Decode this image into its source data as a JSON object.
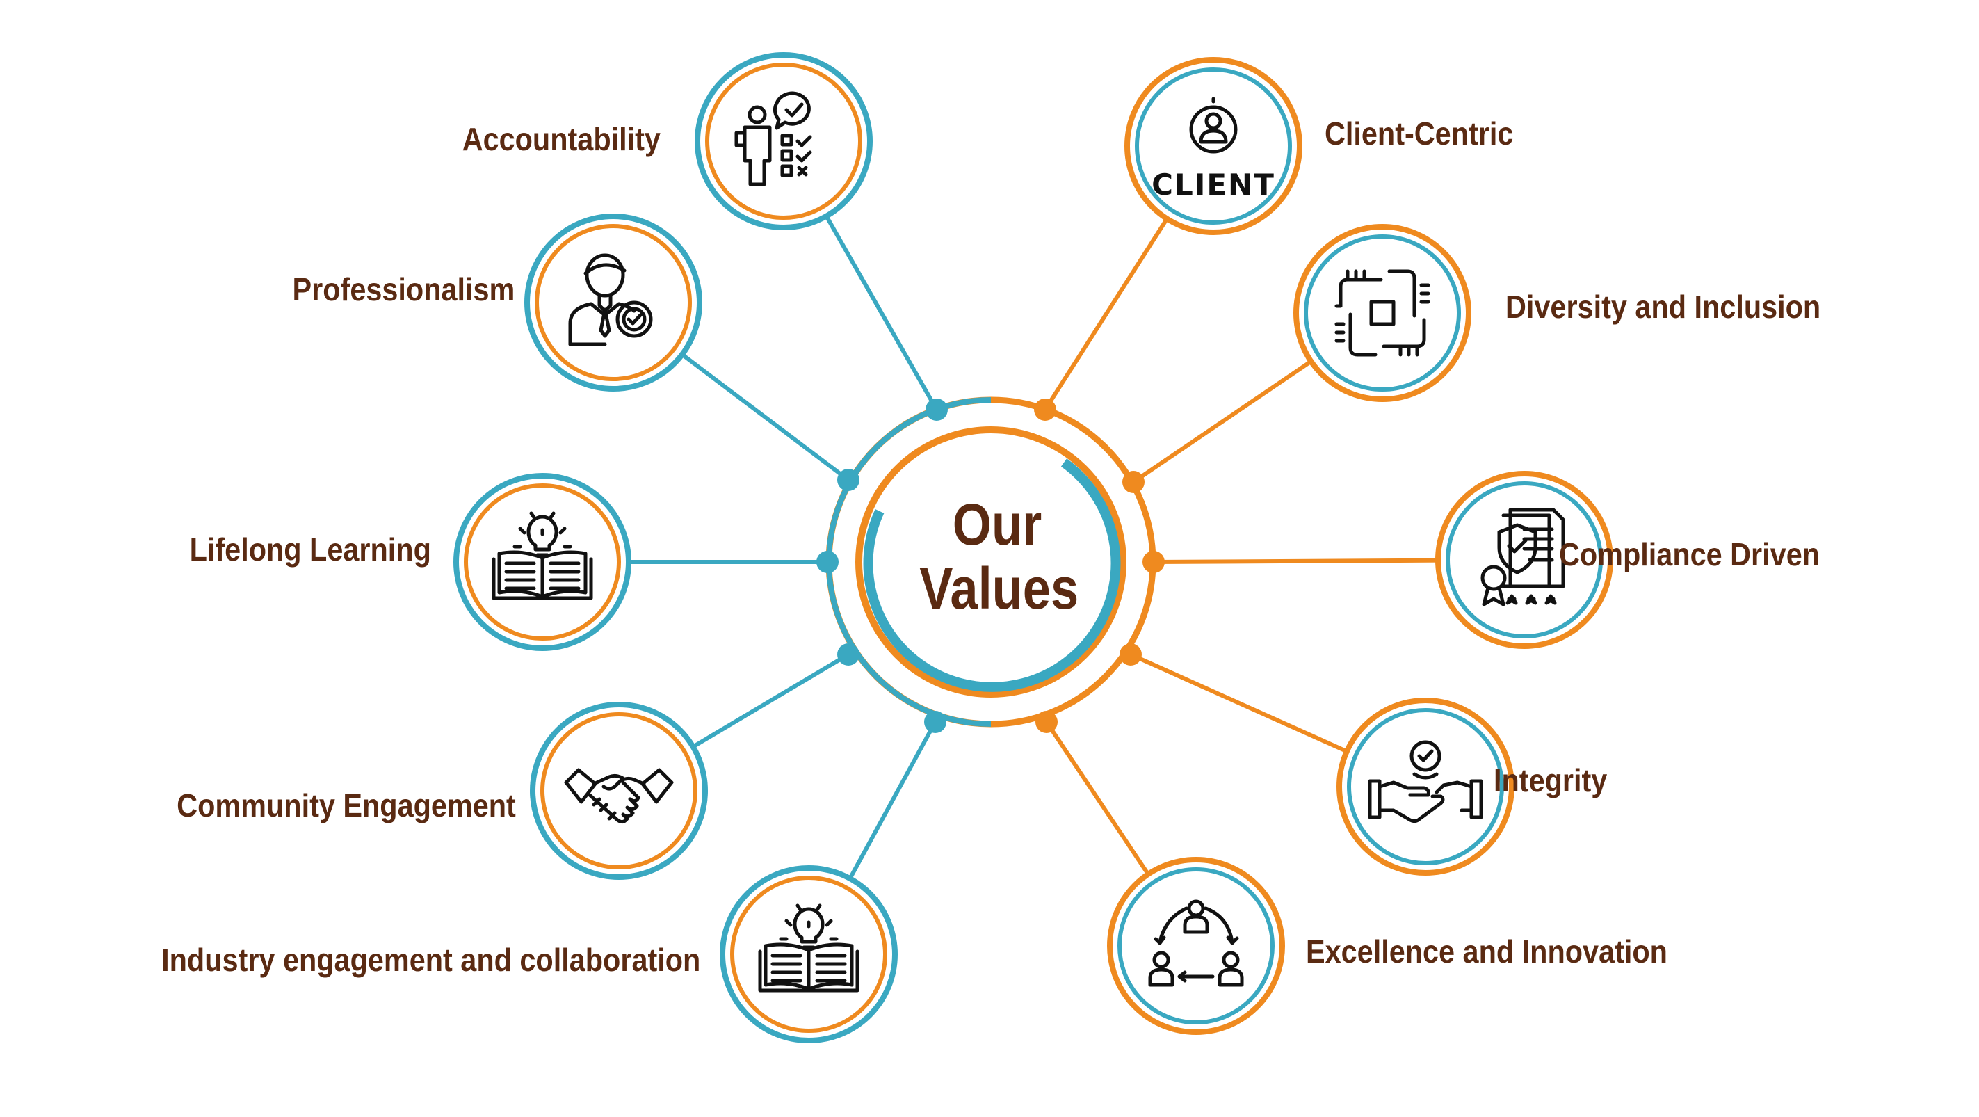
{
  "center": {
    "line1": "Our",
    "line2": "Values"
  },
  "colors": {
    "teal": "#3aa8c1",
    "orange": "#ef8a1f",
    "text": "#5a2a12"
  },
  "values": [
    {
      "label": "Accountability",
      "icon": "checklist-person-icon",
      "side": "left",
      "accent": "teal"
    },
    {
      "label": "Professionalism",
      "icon": "professional-person-badge-icon",
      "side": "left",
      "accent": "teal"
    },
    {
      "label": "Lifelong Learning",
      "icon": "book-lightbulb-icon",
      "side": "left",
      "accent": "teal"
    },
    {
      "label": "Community Engagement",
      "icon": "handshake-icon",
      "side": "left",
      "accent": "teal"
    },
    {
      "label": "Industry engagement and collaboration",
      "icon": "book-lightbulb-icon",
      "side": "left",
      "accent": "teal"
    },
    {
      "label": "Client-Centric",
      "icon": "client-icon",
      "icon_text": "CLIENT",
      "side": "right",
      "accent": "orange"
    },
    {
      "label": "Diversity and Inclusion",
      "icon": "joined-hands-icon",
      "side": "right",
      "accent": "orange"
    },
    {
      "label": "Compliance Driven",
      "icon": "certificate-shield-icon",
      "side": "right",
      "accent": "orange"
    },
    {
      "label": "Integrity",
      "icon": "handshake-check-icon",
      "side": "right",
      "accent": "orange"
    },
    {
      "label": "Excellence and Innovation",
      "icon": "team-cycle-icon",
      "side": "right",
      "accent": "orange"
    }
  ]
}
